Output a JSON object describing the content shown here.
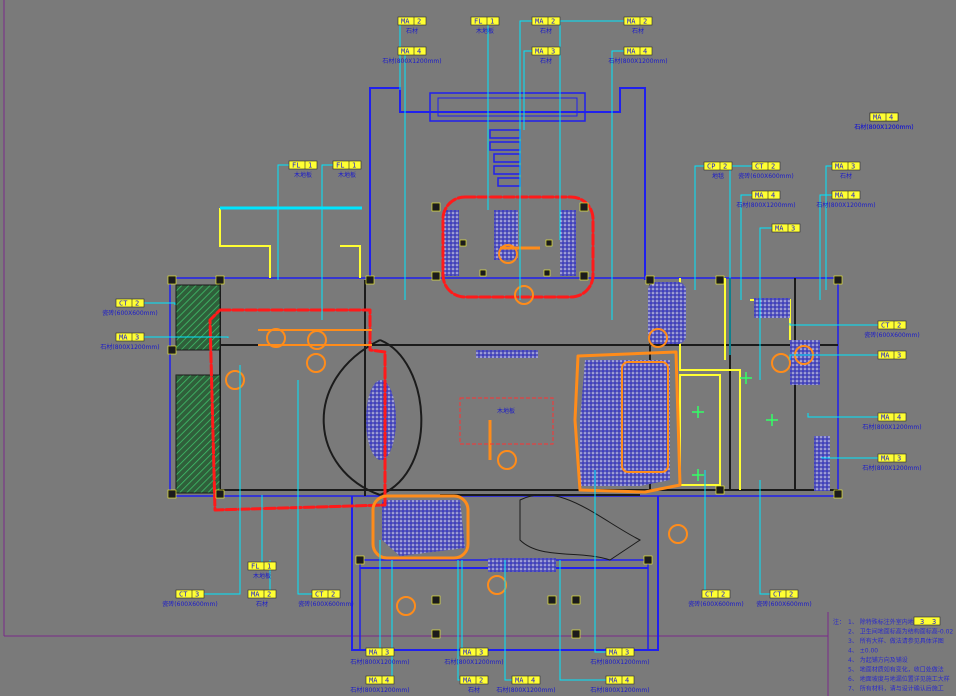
{
  "drawing": {
    "background": "#7a7a7a",
    "colors": {
      "wall_blue": "#2020ee",
      "leader_cyan": "#00e5ff",
      "tag_yellow": "#ffff33",
      "revision_red": "#ff1a1a",
      "zone_orange": "#ff8c1a",
      "furniture_dark": "#1b1b1b",
      "hatch_green": "#1f8f4a",
      "text_blue": "#1a1acc"
    }
  },
  "tags": [
    {
      "code": "MA",
      "num": "2",
      "sub": "石材"
    },
    {
      "code": "MA",
      "num": "4",
      "sub": "石材(800X1200mm)"
    },
    {
      "code": "FL",
      "num": "1",
      "sub": "木地板"
    },
    {
      "code": "MA",
      "num": "2",
      "sub": "石材"
    },
    {
      "code": "MA",
      "num": "3",
      "sub": "石材"
    },
    {
      "code": "MA",
      "num": "2",
      "sub": "石材"
    },
    {
      "code": "MA",
      "num": "4",
      "sub": "石材(800X1200mm)"
    },
    {
      "code": "FL",
      "num": "1",
      "sub": "木地板"
    },
    {
      "code": "FL",
      "num": "1",
      "sub": "木地板"
    },
    {
      "code": "CP",
      "num": "2",
      "sub": "地毯"
    },
    {
      "code": "CT",
      "num": "2",
      "sub": "瓷砖(600X600mm)"
    },
    {
      "code": "MA",
      "num": "3",
      "sub": "石材"
    },
    {
      "code": "MA",
      "num": "4",
      "sub": "石材(800X1200mm)"
    },
    {
      "code": "MA",
      "num": "4",
      "sub": "石材(800X1200mm)"
    },
    {
      "code": "MA",
      "num": "3",
      "sub": ""
    },
    {
      "code": "CT",
      "num": "2",
      "sub": "瓷砖(600X600mm)"
    },
    {
      "code": "MA",
      "num": "3",
      "sub": ""
    },
    {
      "code": "CT",
      "num": "2",
      "sub": "瓷砖(600X600mm)"
    },
    {
      "code": "MA",
      "num": "3",
      "sub": "石材(800X1200mm)"
    },
    {
      "code": "MA",
      "num": "4",
      "sub": "石材(800X1200mm)"
    },
    {
      "code": "MA",
      "num": "3",
      "sub": "石材(800X1200mm)"
    },
    {
      "code": "FL",
      "num": "1",
      "sub": "木地板"
    },
    {
      "code": "CT",
      "num": "3",
      "sub": "瓷砖(600X600mm)"
    },
    {
      "code": "MA",
      "num": "2",
      "sub": "石材"
    },
    {
      "code": "CT",
      "num": "2",
      "sub": "瓷砖(600X600mm)"
    },
    {
      "code": "CT",
      "num": "2",
      "sub": "瓷砖(600X600mm)"
    },
    {
      "code": "CT",
      "num": "2",
      "sub": "瓷砖(600X600mm)"
    },
    {
      "code": "MA",
      "num": "3",
      "sub": "石材(800X1200mm)"
    },
    {
      "code": "MA",
      "num": "4",
      "sub": "石材(800X1200mm)"
    },
    {
      "code": "MA",
      "num": "3",
      "sub": "石材(800X1200mm)"
    },
    {
      "code": "MA",
      "num": "2",
      "sub": "石材"
    },
    {
      "code": "MA",
      "num": "4",
      "sub": "石材(800X1200mm)"
    },
    {
      "code": "MA",
      "num": "3",
      "sub": "石材(800X1200mm)"
    },
    {
      "code": "MA",
      "num": "4",
      "sub": "石材(800X1200mm)"
    },
    {
      "code": "MA",
      "num": "3",
      "sub": "石材(800X1200mm)"
    },
    {
      "code": "MA",
      "num": "4",
      "sub": "石材(800X1200mm)"
    }
  ],
  "labels": {
    "center_floor": "木地板",
    "detail_1": "3",
    "detail_2": "3"
  },
  "notes": {
    "prefix": "注：",
    "items": [
      "1、 除特殊标注外室内地面标高为",
      "2、 卫生间地面标高为结构面标高-0.02",
      "3、 所有大样、做法请参见具体详图",
      "4、 ±0.00",
      "4、 为起铺方向及铺设",
      "5、 地面材质如有变化，收口处做法",
      "6、 地面坡度与地漏位置详见施工大样",
      "7、 所有材料，请与设计确认后施工"
    ]
  }
}
